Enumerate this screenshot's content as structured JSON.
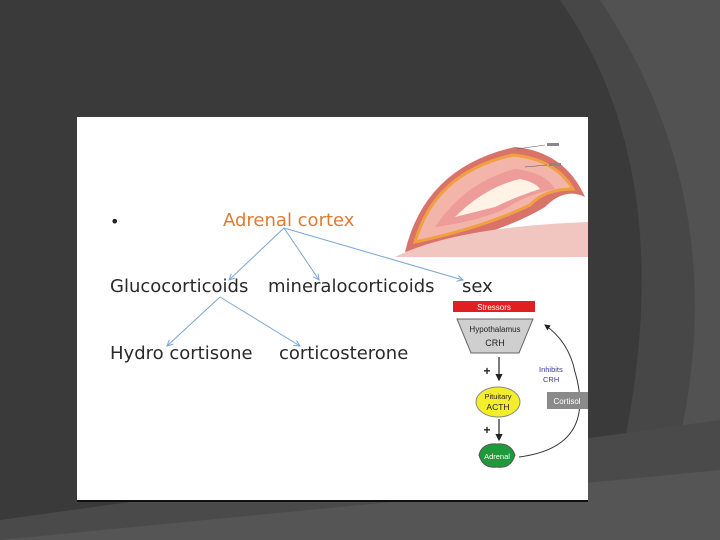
{
  "slide": {
    "bullet": "•"
  },
  "hierarchy": {
    "root": "Adrenal cortex",
    "level1": [
      "Glucocorticoids",
      "mineralocorticoids",
      "sex"
    ],
    "level2": [
      "Hydro cortisone",
      "corticosterone"
    ]
  },
  "hpa_axis": {
    "stressors": "Stressors",
    "hypothalamus": "Hypothalamus",
    "crh": "CRH",
    "plus_1": "+",
    "pituitary": "Pituitary",
    "acth": "ACTH",
    "plus_2": "+",
    "adrenal": "Adrenal",
    "inhibits": "Inhibits",
    "inhibits_crh": "CRH",
    "cortisol": "Cortisol"
  },
  "colors": {
    "slide_background": "#3c3c3c",
    "root_text": "#e07b2e",
    "arrow": "#7aa6d6",
    "stressors": "#e02020",
    "pituitary": "#f4ee2a",
    "adrenal": "#1e9a3a",
    "cortisol_box": "#8a8a8a"
  }
}
